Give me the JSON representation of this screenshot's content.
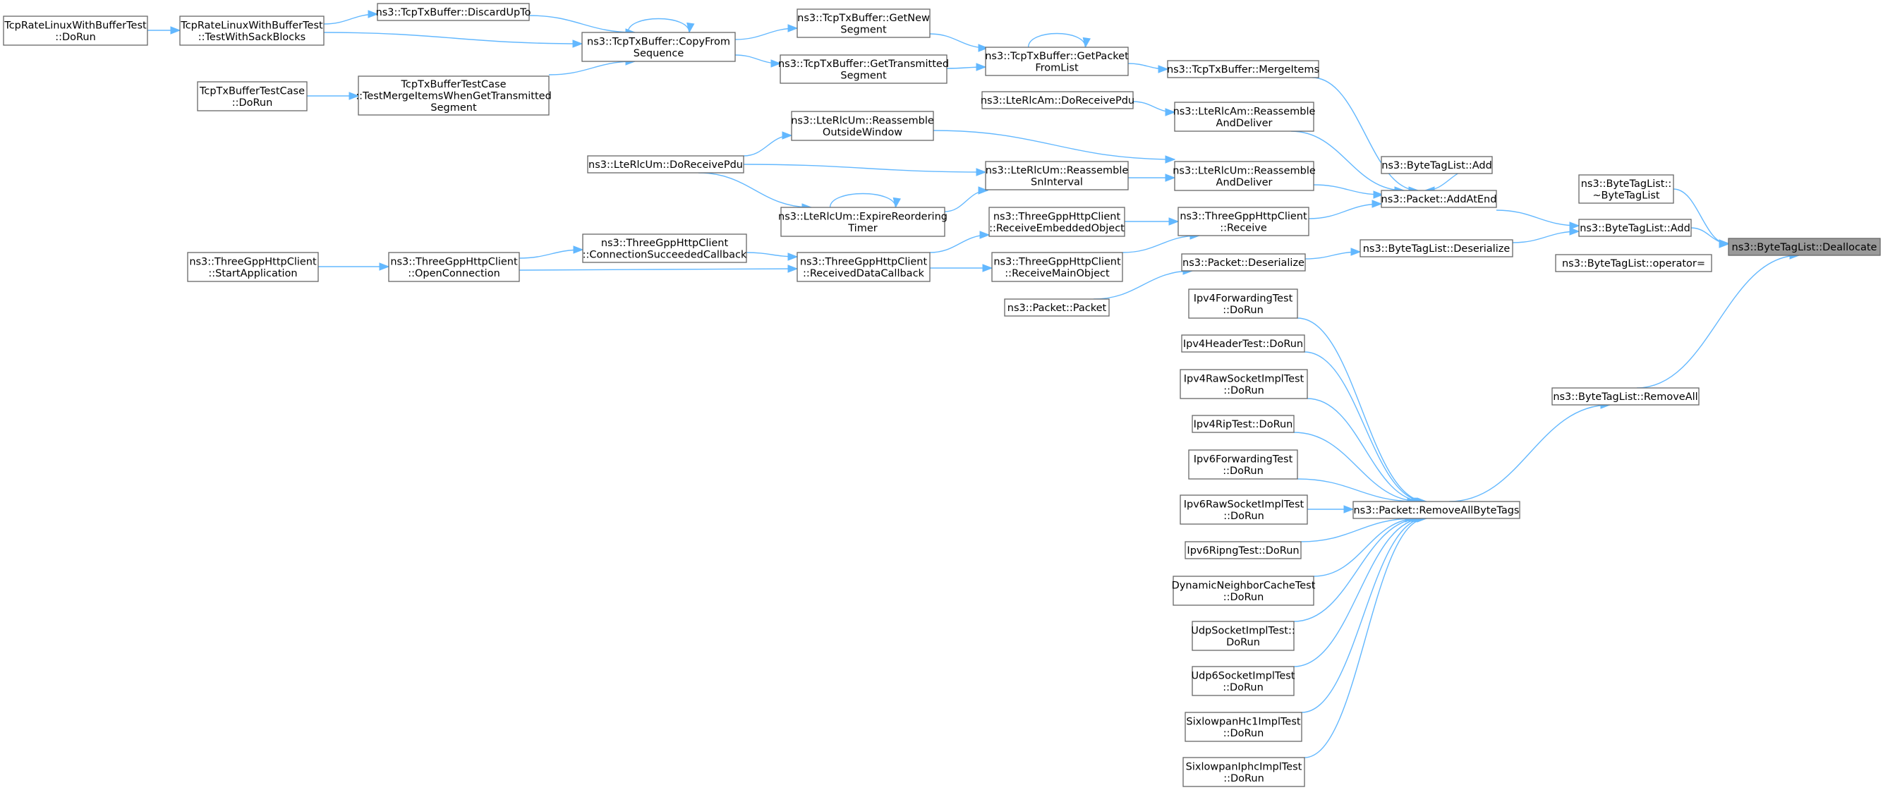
{
  "diagram": {
    "type": "caller-graph",
    "focus_node": "deallocate",
    "nodes": [
      {
        "id": "deallocate",
        "lines": [
          "ns3::ByteTagList::Deallocate"
        ],
        "highlight": true
      },
      {
        "id": "btl-dtor",
        "lines": [
          "ns3::ByteTagList::",
          "~ByteTagList"
        ]
      },
      {
        "id": "btl-add",
        "lines": [
          "ns3::ByteTagList::Add"
        ]
      },
      {
        "id": "btl-operator-assign",
        "lines": [
          "ns3::ByteTagList::operator="
        ]
      },
      {
        "id": "btl-removeall",
        "lines": [
          "ns3::ByteTagList::RemoveAll"
        ]
      },
      {
        "id": "btl-add-2",
        "lines": [
          "ns3::ByteTagList::Add"
        ]
      },
      {
        "id": "packet-addatend",
        "lines": [
          "ns3::Packet::AddAtEnd"
        ]
      },
      {
        "id": "btl-deserialize",
        "lines": [
          "ns3::ByteTagList::Deserialize"
        ]
      },
      {
        "id": "packet-removeallbytetags",
        "lines": [
          "ns3::Packet::RemoveAllByteTags"
        ]
      },
      {
        "id": "tcptx-mergeitems",
        "lines": [
          "ns3::TcpTxBuffer::MergeItems"
        ]
      },
      {
        "id": "lterlcam-reassemble",
        "lines": [
          "ns3::LteRlcAm::Reassemble",
          "AndDeliver"
        ]
      },
      {
        "id": "lterlcum-reassemble",
        "lines": [
          "ns3::LteRlcUm::Reassemble",
          "AndDeliver"
        ]
      },
      {
        "id": "http-receive",
        "lines": [
          "ns3::ThreeGppHttpClient",
          "::Receive"
        ]
      },
      {
        "id": "packet-deserialize",
        "lines": [
          "ns3::Packet::Deserialize"
        ]
      },
      {
        "id": "ipv4fwd-test",
        "lines": [
          "Ipv4ForwardingTest",
          "::DoRun"
        ]
      },
      {
        "id": "ipv4header-test",
        "lines": [
          "Ipv4HeaderTest::DoRun"
        ]
      },
      {
        "id": "ipv4raw-test",
        "lines": [
          "Ipv4RawSocketImplTest",
          "::DoRun"
        ]
      },
      {
        "id": "ipv4rip-test",
        "lines": [
          "Ipv4RipTest::DoRun"
        ]
      },
      {
        "id": "ipv6fwd-test",
        "lines": [
          "Ipv6ForwardingTest",
          "::DoRun"
        ]
      },
      {
        "id": "ipv6raw-test",
        "lines": [
          "Ipv6RawSocketImplTest",
          "::DoRun"
        ]
      },
      {
        "id": "ipv6ripng-test",
        "lines": [
          "Ipv6RipngTest::DoRun"
        ]
      },
      {
        "id": "dyncache-test",
        "lines": [
          "DynamicNeighborCacheTest",
          "::DoRun"
        ]
      },
      {
        "id": "udpsock-test",
        "lines": [
          "UdpSocketImplTest::",
          "DoRun"
        ]
      },
      {
        "id": "udp6sock-test",
        "lines": [
          "Udp6SocketImplTest",
          "::DoRun"
        ]
      },
      {
        "id": "sixhc1-test",
        "lines": [
          "SixlowpanHc1ImplTest",
          "::DoRun"
        ]
      },
      {
        "id": "sixiphc-test",
        "lines": [
          "SixlowpanIphcImplTest",
          "::DoRun"
        ]
      },
      {
        "id": "tcptx-getpacketfromlist",
        "lines": [
          "ns3::TcpTxBuffer::GetPacket",
          "FromList"
        ]
      },
      {
        "id": "lterlcam-doreceivepdu",
        "lines": [
          "ns3::LteRlcAm::DoReceivePdu"
        ]
      },
      {
        "id": "lterlcum-snint",
        "lines": [
          "ns3::LteRlcUm::Reassemble",
          "SnInterval"
        ]
      },
      {
        "id": "http-recvembedded",
        "lines": [
          "ns3::ThreeGppHttpClient",
          "::ReceiveEmbeddedObject"
        ]
      },
      {
        "id": "http-recvmain",
        "lines": [
          "ns3::ThreeGppHttpClient",
          "::ReceiveMainObject"
        ]
      },
      {
        "id": "packet-packet",
        "lines": [
          "ns3::Packet::Packet"
        ]
      },
      {
        "id": "tcptx-getnew",
        "lines": [
          "ns3::TcpTxBuffer::GetNew",
          "Segment"
        ]
      },
      {
        "id": "tcptx-gettransmitted",
        "lines": [
          "ns3::TcpTxBuffer::GetTransmitted",
          "Segment"
        ]
      },
      {
        "id": "lterlcum-outside",
        "lines": [
          "ns3::LteRlcUm::Reassemble",
          "OutsideWindow"
        ]
      },
      {
        "id": "lterlcum-expire",
        "lines": [
          "ns3::LteRlcUm::ExpireReordering",
          "Timer"
        ]
      },
      {
        "id": "http-receiveddata",
        "lines": [
          "ns3::ThreeGppHttpClient",
          "::ReceivedDataCallback"
        ]
      },
      {
        "id": "tcptx-copyfrom",
        "lines": [
          "ns3::TcpTxBuffer::CopyFrom",
          "Sequence"
        ]
      },
      {
        "id": "lterlcum-doreceivepdu",
        "lines": [
          "ns3::LteRlcUm::DoReceivePdu"
        ]
      },
      {
        "id": "http-connsucceeded",
        "lines": [
          "ns3::ThreeGppHttpClient",
          "::ConnectionSucceededCallback"
        ]
      },
      {
        "id": "http-openconnection",
        "lines": [
          "ns3::ThreeGppHttpClient",
          "::OpenConnection"
        ]
      },
      {
        "id": "http-startapp",
        "lines": [
          "ns3::ThreeGppHttpClient",
          "::StartApplication"
        ]
      },
      {
        "id": "tcptx-discardupto",
        "lines": [
          "ns3::TcpTxBuffer::DiscardUpTo"
        ]
      },
      {
        "id": "tcprate-sack",
        "lines": [
          "TcpRateLinuxWithBufferTest",
          "::TestWithSackBlocks"
        ]
      },
      {
        "id": "tcprate-dorun",
        "lines": [
          "TcpRateLinuxWithBufferTest",
          "::DoRun"
        ]
      },
      {
        "id": "tcptxcase-merge",
        "lines": [
          "TcpTxBufferTestCase",
          "::TestMergeItemsWhenGetTransmitted",
          "Segment"
        ]
      },
      {
        "id": "tcptxcase-dorun",
        "lines": [
          "TcpTxBufferTestCase",
          "::DoRun"
        ]
      }
    ],
    "edges": [
      [
        "btl-dtor",
        "deallocate"
      ],
      [
        "btl-add",
        "deallocate"
      ],
      [
        "btl-removeall",
        "deallocate"
      ],
      [
        "packet-addatend",
        "btl-add"
      ],
      [
        "btl-deserialize",
        "btl-add"
      ],
      [
        "btl-add-2",
        "packet-addatend"
      ],
      [
        "packet-removeallbytetags",
        "btl-removeall"
      ],
      [
        "tcptx-mergeitems",
        "packet-addatend"
      ],
      [
        "lterlcam-reassemble",
        "packet-addatend"
      ],
      [
        "lterlcum-reassemble",
        "packet-addatend"
      ],
      [
        "http-receive",
        "packet-addatend"
      ],
      [
        "packet-deserialize",
        "btl-deserialize"
      ],
      [
        "ipv4fwd-test",
        "packet-removeallbytetags"
      ],
      [
        "ipv4header-test",
        "packet-removeallbytetags"
      ],
      [
        "ipv4raw-test",
        "packet-removeallbytetags"
      ],
      [
        "ipv4rip-test",
        "packet-removeallbytetags"
      ],
      [
        "ipv6fwd-test",
        "packet-removeallbytetags"
      ],
      [
        "ipv6raw-test",
        "packet-removeallbytetags"
      ],
      [
        "ipv6ripng-test",
        "packet-removeallbytetags"
      ],
      [
        "dyncache-test",
        "packet-removeallbytetags"
      ],
      [
        "udpsock-test",
        "packet-removeallbytetags"
      ],
      [
        "udp6sock-test",
        "packet-removeallbytetags"
      ],
      [
        "sixhc1-test",
        "packet-removeallbytetags"
      ],
      [
        "sixiphc-test",
        "packet-removeallbytetags"
      ],
      [
        "tcptx-getpacketfromlist",
        "tcptx-mergeitems"
      ],
      [
        "tcptx-getpacketfromlist",
        "tcptx-getpacketfromlist"
      ],
      [
        "lterlcam-doreceivepdu",
        "lterlcam-reassemble"
      ],
      [
        "lterlcum-snint",
        "lterlcum-reassemble"
      ],
      [
        "lterlcum-outside",
        "lterlcum-reassemble"
      ],
      [
        "http-recvembedded",
        "http-receive"
      ],
      [
        "http-recvmain",
        "http-receive"
      ],
      [
        "packet-packet",
        "packet-deserialize"
      ],
      [
        "tcptx-getnew",
        "tcptx-getpacketfromlist"
      ],
      [
        "tcptx-gettransmitted",
        "tcptx-getpacketfromlist"
      ],
      [
        "lterlcum-doreceivepdu",
        "lterlcum-outside"
      ],
      [
        "lterlcum-doreceivepdu",
        "lterlcum-snint"
      ],
      [
        "lterlcum-doreceivepdu",
        "lterlcum-expire"
      ],
      [
        "lterlcum-expire",
        "lterlcum-snint"
      ],
      [
        "lterlcum-expire",
        "lterlcum-expire"
      ],
      [
        "http-receiveddata",
        "http-recvembedded"
      ],
      [
        "http-receiveddata",
        "http-recvmain"
      ],
      [
        "tcptx-copyfrom",
        "tcptx-getnew"
      ],
      [
        "tcptx-copyfrom",
        "tcptx-gettransmitted"
      ],
      [
        "tcptx-copyfrom",
        "tcptx-copyfrom"
      ],
      [
        "http-connsucceeded",
        "http-receiveddata"
      ],
      [
        "http-openconnection",
        "http-connsucceeded"
      ],
      [
        "http-openconnection",
        "http-receiveddata"
      ],
      [
        "http-startapp",
        "http-openconnection"
      ],
      [
        "tcptx-discardupto",
        "tcptx-copyfrom"
      ],
      [
        "tcprate-sack",
        "tcptx-discardupto"
      ],
      [
        "tcprate-sack",
        "tcptx-copyfrom"
      ],
      [
        "tcprate-dorun",
        "tcprate-sack"
      ],
      [
        "tcptxcase-merge",
        "tcptx-copyfrom"
      ],
      [
        "tcptxcase-dorun",
        "tcptxcase-merge"
      ]
    ]
  }
}
